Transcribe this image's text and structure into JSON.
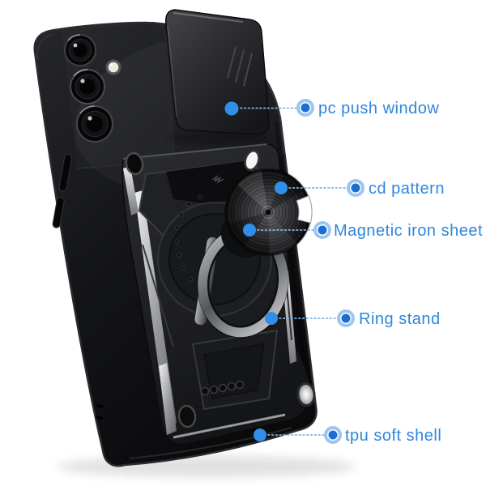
{
  "colors": {
    "accent": "#2E86DC",
    "marker": "#2F8FE9",
    "dot_core": "#1C6FD1",
    "dot_halo": "#9CC6EF",
    "leader": "#7FB3E8"
  },
  "annotations": {
    "items": [
      {
        "label": "pc push window"
      },
      {
        "label": "cd pattern"
      },
      {
        "label": "Magnetic iron sheet"
      },
      {
        "label": "Ring stand"
      },
      {
        "label": "tpu soft shell"
      }
    ]
  }
}
